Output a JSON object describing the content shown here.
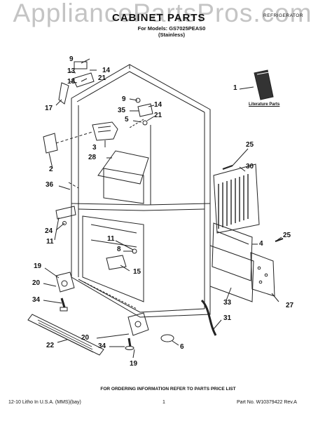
{
  "watermark": "AppliancePartsPros.com",
  "header": {
    "title": "CABINET PARTS",
    "models_line1": "For Models: GS7025PEAS0",
    "models_line2": "(Stainless)",
    "category": "REFRIGERATOR"
  },
  "literature": {
    "label": "Literature Parts"
  },
  "callouts": {
    "c9a": "9",
    "c13": "13",
    "c14a": "14",
    "c18": "18",
    "c21a": "21",
    "c17": "17",
    "c9b": "9",
    "c14b": "14",
    "c35": "35",
    "c5": "5",
    "c21b": "21",
    "c3": "3",
    "c28": "28",
    "c2": "2",
    "c1": "1",
    "c25a": "25",
    "c30": "30",
    "c36": "36",
    "c24": "24",
    "c11a": "11",
    "c11b": "11",
    "c8": "8",
    "c15": "15",
    "c4": "4",
    "c25b": "25",
    "c27": "27",
    "c33": "33",
    "c31": "31",
    "c19a": "19",
    "c20a": "20",
    "c34a": "34",
    "c22": "22",
    "c20b": "20",
    "c34b": "34",
    "c19b": "19",
    "c6": "6"
  },
  "footer": {
    "ordering": "FOR ORDERING INFORMATION REFER TO PARTS PRICE LIST",
    "litho": "12-10 Litho In U.S.A. (MMS)(bay)",
    "page": "1",
    "part_no": "Part No. W10379422 Rev.A"
  }
}
